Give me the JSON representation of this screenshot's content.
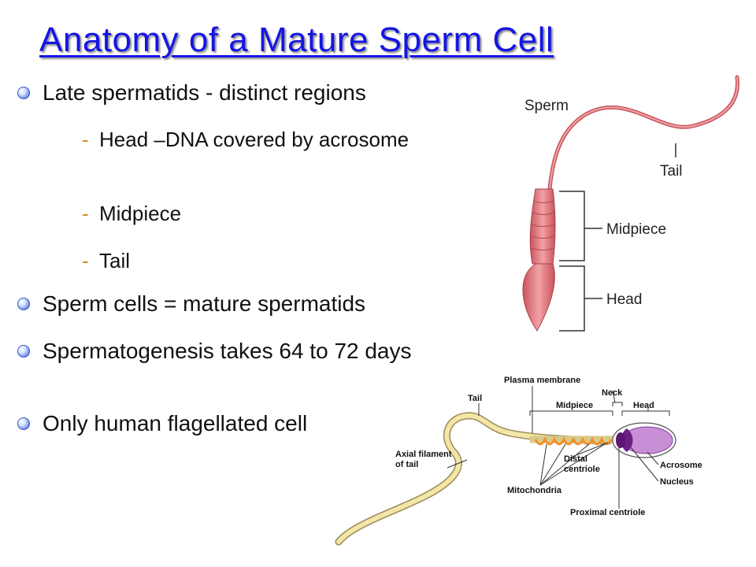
{
  "slide": {
    "title": "Anatomy of a Mature Sperm Cell",
    "bullets": [
      "Late spermatids - distinct regions",
      "Sperm cells = mature spermatids",
      "Spermatogenesis takes 64 to 72 days",
      "Only human flagellated cell"
    ],
    "sub_bullets": [
      "Head –DNA covered by acrosome",
      "Midpiece",
      "Tail"
    ],
    "dash": "-"
  },
  "figure_top": {
    "labels": {
      "sperm": "Sperm",
      "tail": "Tail",
      "midpiece": "Midpiece",
      "head": "Head"
    }
  },
  "figure_bottom": {
    "labels": {
      "plasma_membrane": "Plasma membrane",
      "neck": "Neck",
      "tail": "Tail",
      "midpiece": "Midpiece",
      "head": "Head",
      "axial_filament_1": "Axial filament",
      "axial_filament_2": "of tail",
      "distal_centriole_1": "Distal",
      "distal_centriole_2": "centriole",
      "acrosome": "Acrosome",
      "nucleus": "Nucleus",
      "mitochondria": "Mitochondria",
      "proximal_centriole": "Proximal centriole"
    }
  },
  "colors": {
    "title": "#1515e6",
    "bullet_dot": "#4a6ad6",
    "dash": "#e0891a",
    "sperm_body": "#e88a8f",
    "mitochondria": "#f0902a",
    "head_purple": "#8a3aa8",
    "tail_yellow": "#f3e6a6"
  }
}
